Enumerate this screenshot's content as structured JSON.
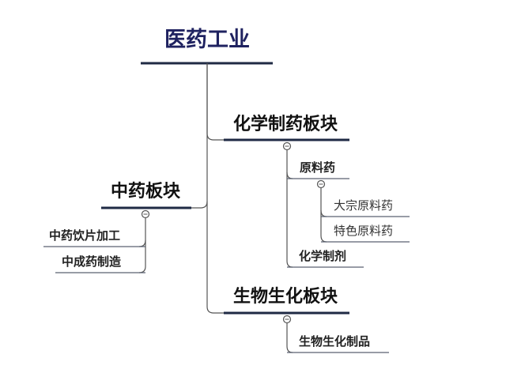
{
  "mindmap": {
    "root": {
      "label": "医药工业"
    },
    "branches": {
      "chemical": {
        "label": "化学制药板块",
        "children": {
          "api": {
            "label": "原料药",
            "children": {
              "bulk": {
                "label": "大宗原料药"
              },
              "specialty": {
                "label": "特色原料药"
              }
            }
          },
          "formulation": {
            "label": "化学制剂"
          }
        }
      },
      "tcm": {
        "label": "中药板块",
        "children": {
          "slices": {
            "label": "中药饮片加工"
          },
          "patent": {
            "label": "中成药制造"
          }
        }
      },
      "bio": {
        "label": "生物生化板块",
        "children": {
          "products": {
            "label": "生物生化制品"
          }
        }
      }
    }
  },
  "colors": {
    "main_underline": "#1f2a44",
    "sub_underline": "#5a6170",
    "connector": "#555555",
    "root_text": "#1f2260"
  }
}
